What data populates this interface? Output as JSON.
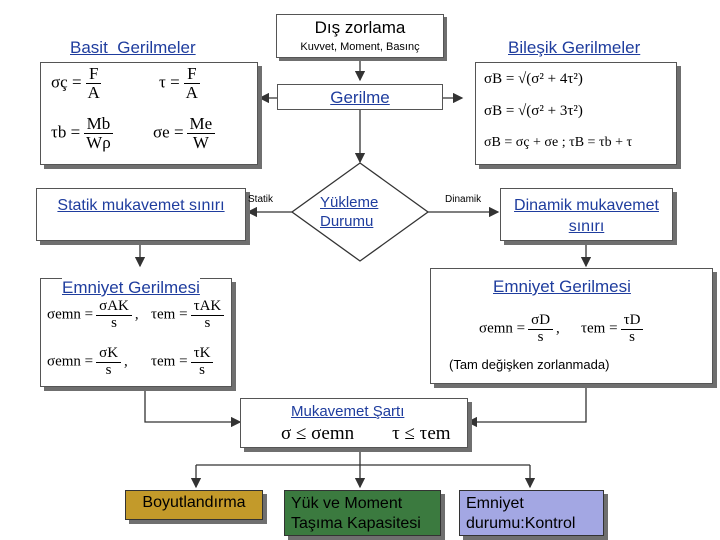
{
  "top": {
    "title": "Dış zorlama",
    "subtitle": "Kuvvet, Moment, Basınç"
  },
  "basit": {
    "title": "Basit  Gerilmeler",
    "f1_lhs": "σç =",
    "f1_num": "F",
    "f1_den": "A",
    "f2_lhs": "τ =",
    "f2_num": "F",
    "f2_den": "A",
    "f3_lhs": "τb =",
    "f3_num": "Mb",
    "f3_den": "Wρ",
    "f4_lhs": "σe =",
    "f4_num": "Me",
    "f4_den": "W"
  },
  "bilesik": {
    "title": "Bileşik Gerilmeler",
    "f1": "σB = √(σ² + 4τ²)",
    "f2": "σB = √(σ² + 3τ²)",
    "f3": "σB = σç + σe ;   τB = τb + τ"
  },
  "gerilme": {
    "label": "Gerilme"
  },
  "statik": {
    "title": "Statik mukavemet sınırı",
    "edge_label": "Statik"
  },
  "yukleme": {
    "label": "Yükleme Durumu"
  },
  "dinamik": {
    "title": "Dinamik mukavemet sınırı",
    "edge_label": "Dinamik"
  },
  "emniyet_left": {
    "title": "Emniyet Gerilmesi",
    "f1_lhs": "σemn =",
    "f1_num": "σAK",
    "f1_den": "s",
    "f2_lhs": "τem =",
    "f2_num": "τAK",
    "f2_den": "s",
    "f3_lhs": "σemn =",
    "f3_num": "σK",
    "f3_den": "s",
    "f4_lhs": "τem =",
    "f4_num": "τK",
    "f4_den": "s"
  },
  "emniyet_right": {
    "title": "Emniyet Gerilmesi",
    "f1_lhs": "σemn =",
    "f1_num": "σD",
    "f1_den": "s",
    "f2_lhs": "τem =",
    "f2_num": "τD",
    "f2_den": "s",
    "note": "(Tam değişken zorlanmada)"
  },
  "mukavemet": {
    "title": "Mukavemet Şartı",
    "formula": "σ ≤ σemn        τ ≤ τem"
  },
  "bottom": {
    "box1": "Boyutlandırma",
    "box2": "Yük ve Moment Taşıma Kapasitesi",
    "box3": "Emniyet durumu:Kontrol"
  },
  "colors": {
    "title_blue": "#1f3d9e",
    "gold": "#c39a2a",
    "green": "#3b7a3f",
    "lavender": "#a3a7e3",
    "shadow": "#6f6f6f"
  }
}
